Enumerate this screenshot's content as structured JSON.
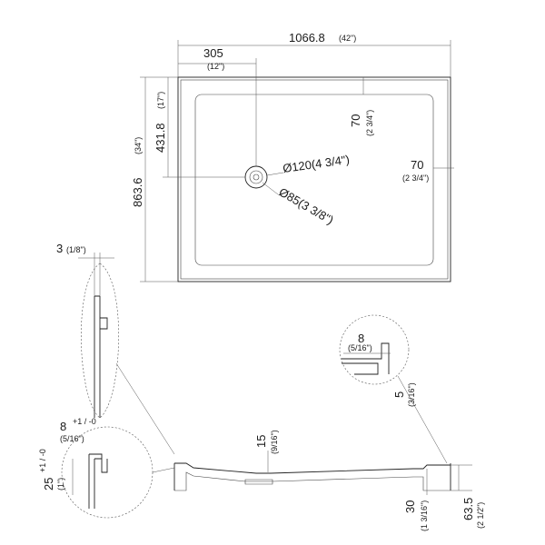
{
  "top_view": {
    "overall_width": {
      "mm": "1066.8",
      "in": "(42\")"
    },
    "drain_offset_x": {
      "mm": "305",
      "in": "(12\")"
    },
    "overall_depth": {
      "mm": "863.6",
      "in": "(34\")"
    },
    "drain_offset_y": {
      "mm": "431.8",
      "in": "(17\")"
    },
    "rim_top": {
      "mm": "70",
      "in": "(2 3/4\")"
    },
    "rim_right": {
      "mm": "70",
      "in": "(2 3/4\")"
    },
    "drain_outer": {
      "label": "Ø120(4 3/4\")"
    },
    "drain_inner": {
      "label": "Ø85(3 3/8\")"
    }
  },
  "detail_flange": {
    "mm": "3",
    "in": "(1/8\")"
  },
  "detail_lip": {
    "mm": "8",
    "in": "(5/16\")"
  },
  "detail_lip_tol": "+1 / -0",
  "detail_height": {
    "mm": "25",
    "in": "(1\")"
  },
  "detail_height_tol": "+1 / -0",
  "detail_right_lip": {
    "mm": "8",
    "in": "(5/16\")"
  },
  "detail_right_step": {
    "mm": "5",
    "in": "(3/16\")"
  },
  "section_slope": {
    "mm": "15",
    "in": "(9/16\")"
  },
  "section_edge": {
    "mm": "30",
    "in": "(1 3/16\")"
  },
  "section_total": {
    "mm": "63.5",
    "in": "(2 1/2\")"
  },
  "colors": {
    "line": "#222222",
    "paper": "#ffffff"
  }
}
